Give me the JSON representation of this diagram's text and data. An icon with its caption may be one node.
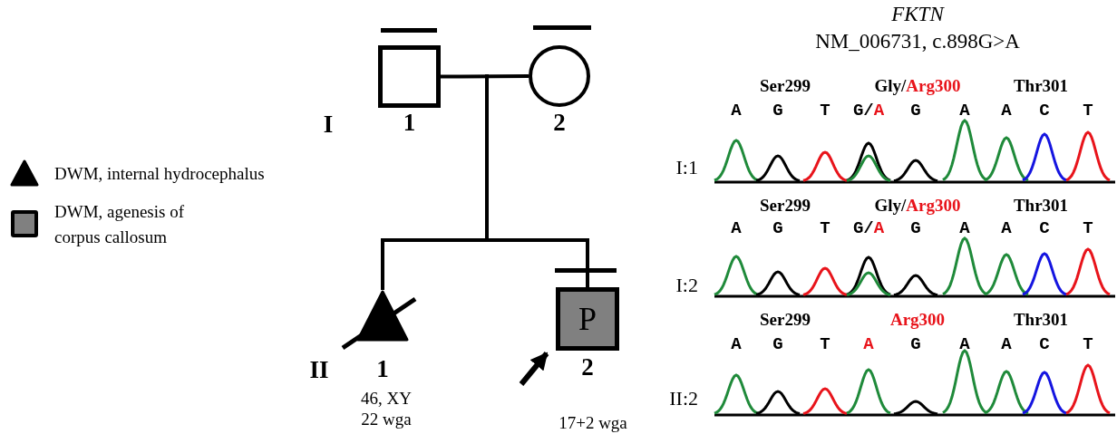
{
  "diagram": {
    "nodes": [
      {
        "text": [
          "1"
        ]
      },
      {
        "text": [
          "2"
        ]
      },
      {
        "text": [
          "1"
        ],
        "beside": [
          "46, XY 22 wga"
        ]
      },
      {
        "text": [
          "P",
          "2"
        ],
        "beside": [
          "17+2 wga"
        ]
      }
    ],
    "edges": [
      {
        "from": 0,
        "to": 1,
        "arrow": "none"
      },
      {
        "from": null,
        "to": 2,
        "arrow": "none"
      },
      {
        "from": null,
        "to": 3,
        "arrow": "none"
      },
      {
        "from": null,
        "to": 3,
        "arrow": "to"
      }
    ],
    "labels": [
      "FKTN",
      "NM_006731, c.898G>A",
      "I",
      "Ser299",
      "Gly/Arg300",
      "Thr301",
      "A",
      "G",
      "T",
      "G/A",
      "G",
      "A",
      "A",
      "C",
      "T",
      "I:1",
      "Ser299",
      "Gly/Arg300",
      "Thr301",
      "A",
      "G",
      "T",
      "G/A",
      "G",
      "A",
      "A",
      "C",
      "T",
      "I:2",
      "Ser299",
      "Arg300",
      "Thr301",
      "A",
      "G",
      "T",
      "A",
      "G",
      "A",
      "A",
      "C",
      "T",
      "II:2",
      "II"
    ],
    "legend": [
      {
        "text": "DWM, internal hydrocephalus"
      },
      {
        "text": "DWM, agenesis of corpus callosum",
        "color": "#808080"
      }
    ]
  }
}
